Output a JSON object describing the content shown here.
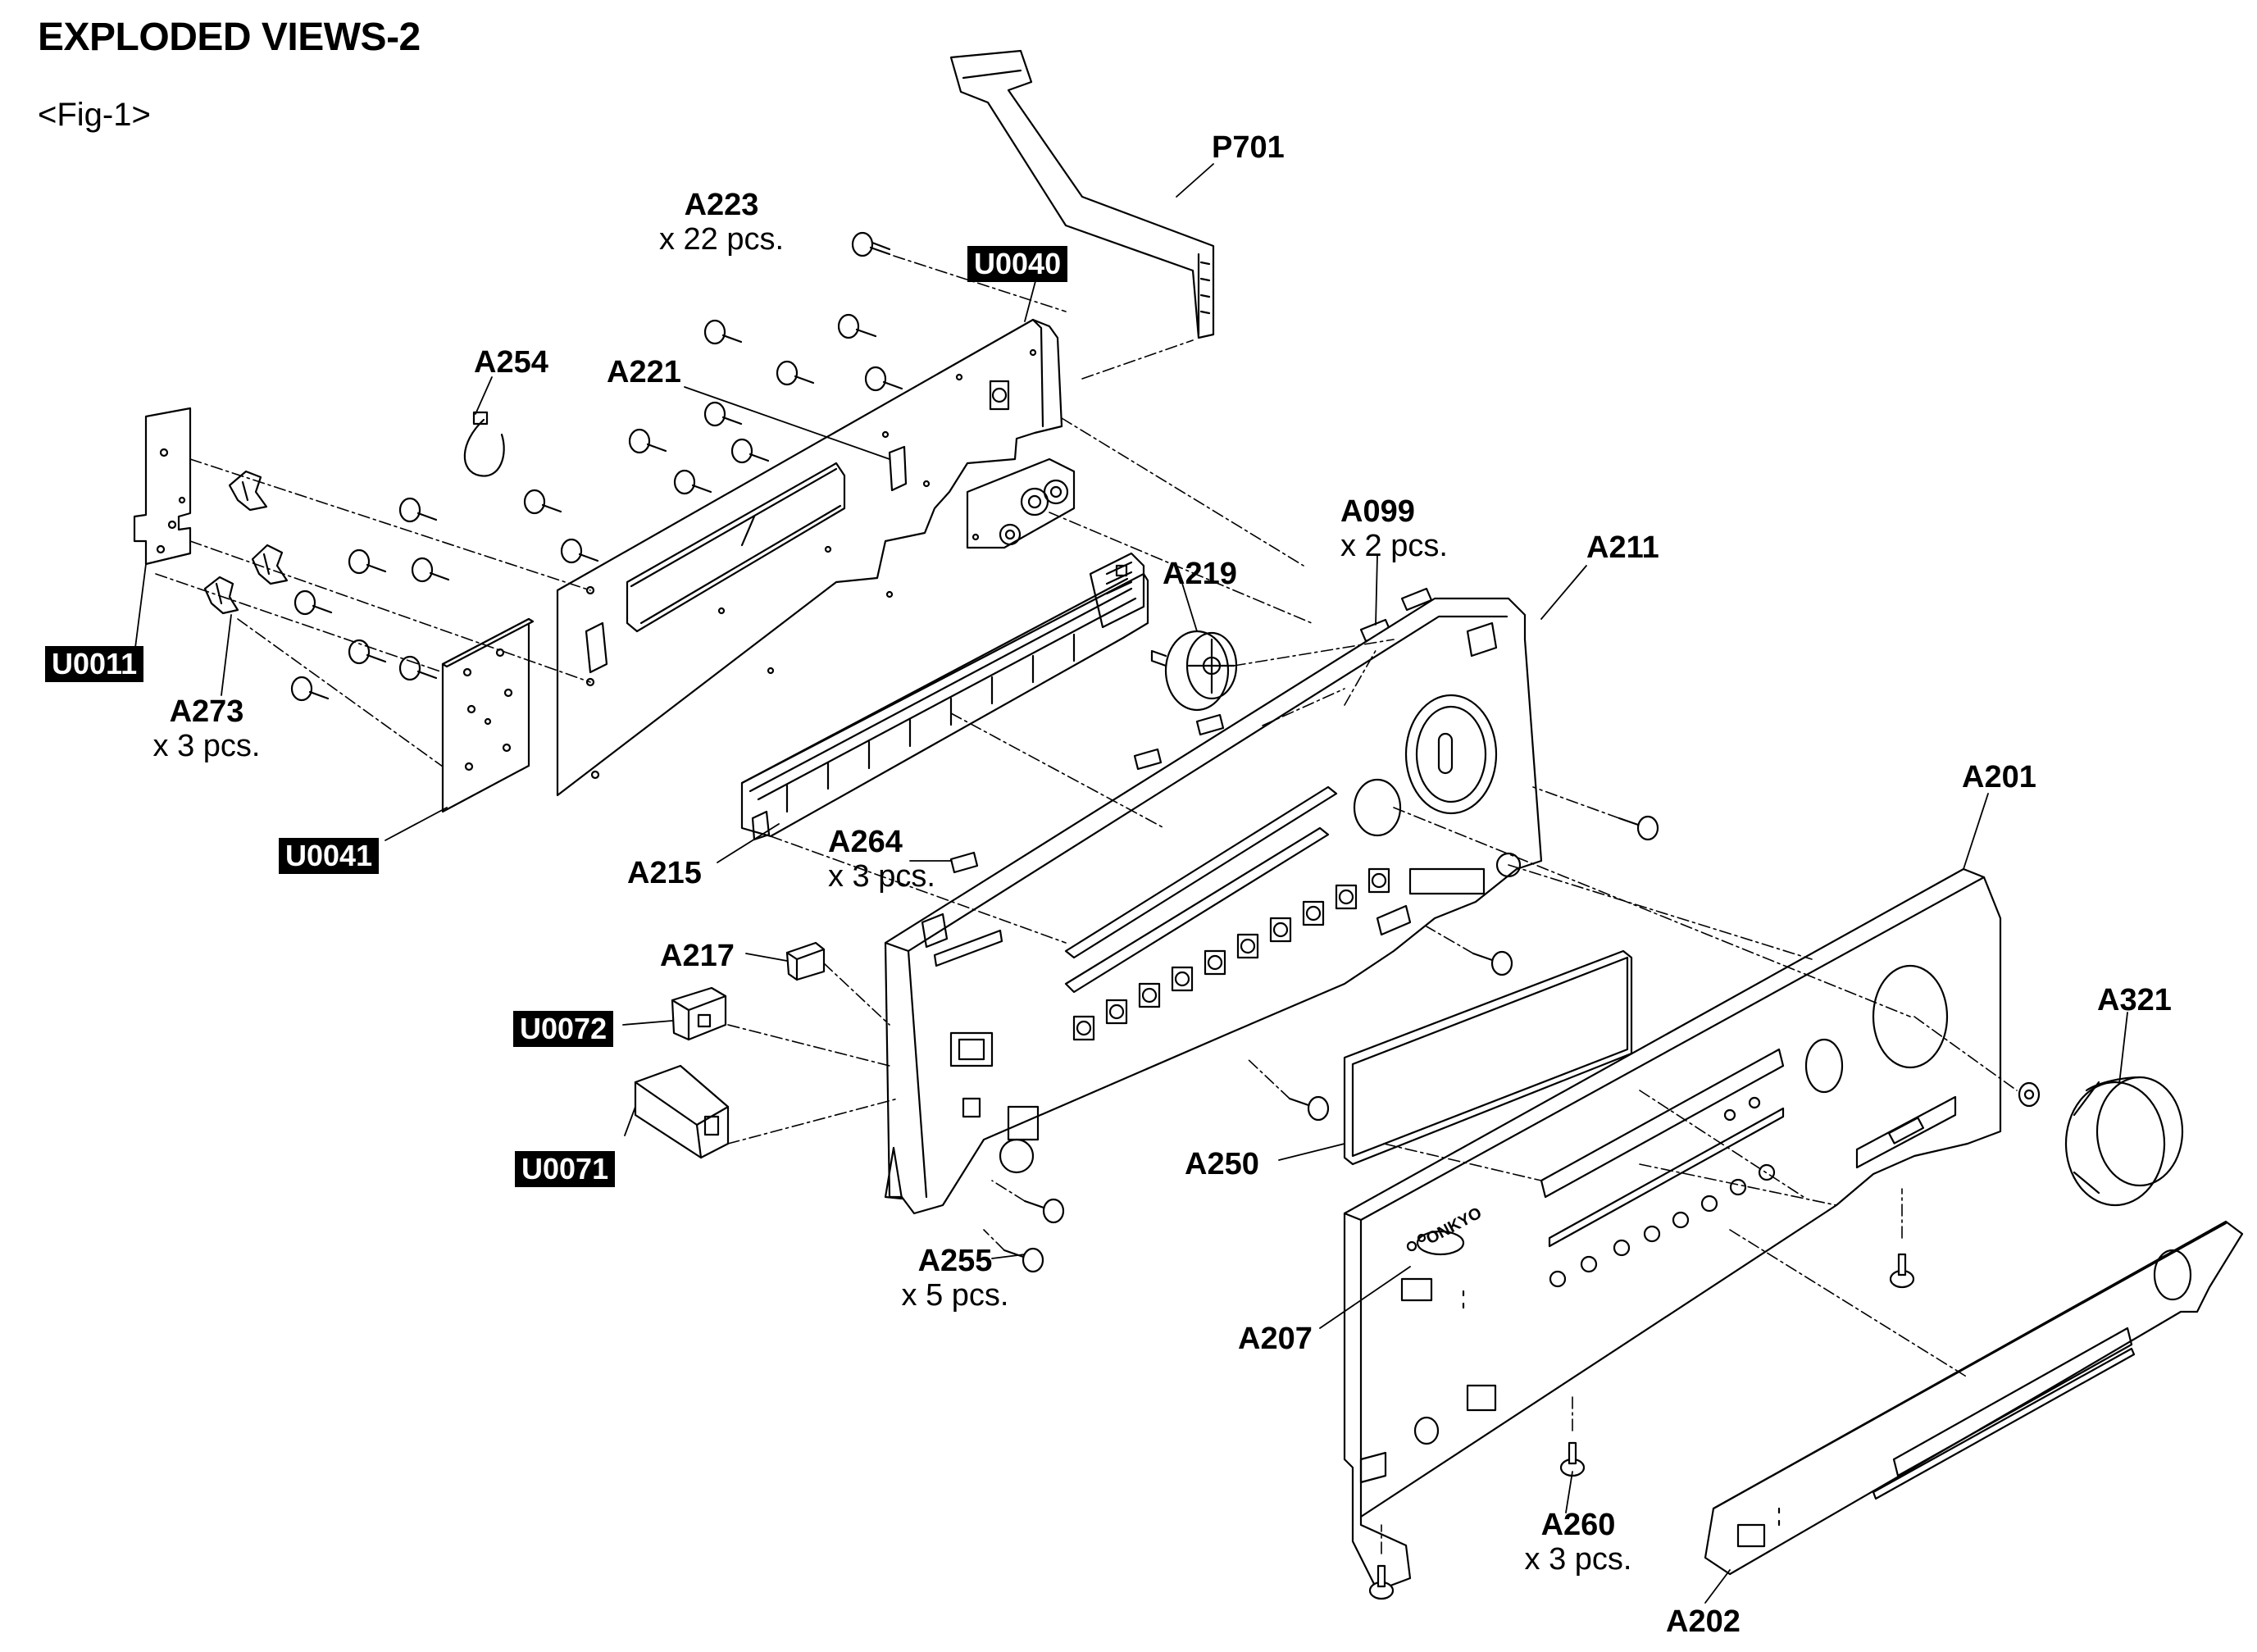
{
  "title": "EXPLODED VIEWS-2",
  "subtitle": "<Fig-1>",
  "parts": [
    {
      "code": "P701",
      "qty": ""
    },
    {
      "code": "A223",
      "qty": "x 22 pcs."
    },
    {
      "code": "U0040",
      "qty": ""
    },
    {
      "code": "A254",
      "qty": ""
    },
    {
      "code": "A221",
      "qty": ""
    },
    {
      "code": "U0011",
      "qty": ""
    },
    {
      "code": "A273",
      "qty": "x 3 pcs."
    },
    {
      "code": "U0041",
      "qty": ""
    },
    {
      "code": "A099",
      "qty": "x 2 pcs."
    },
    {
      "code": "A211",
      "qty": ""
    },
    {
      "code": "A219",
      "qty": ""
    },
    {
      "code": "A201",
      "qty": ""
    },
    {
      "code": "A215",
      "qty": ""
    },
    {
      "code": "A264",
      "qty": "x 3 pcs."
    },
    {
      "code": "A217",
      "qty": ""
    },
    {
      "code": "U0072",
      "qty": ""
    },
    {
      "code": "U0071",
      "qty": ""
    },
    {
      "code": "A321",
      "qty": ""
    },
    {
      "code": "A250",
      "qty": ""
    },
    {
      "code": "A255",
      "qty": "x 5 pcs."
    },
    {
      "code": "A207",
      "qty": ""
    },
    {
      "code": "A260",
      "qty": "x 3 pcs."
    },
    {
      "code": "A202",
      "qty": ""
    }
  ],
  "brand_text": "ONKYO"
}
